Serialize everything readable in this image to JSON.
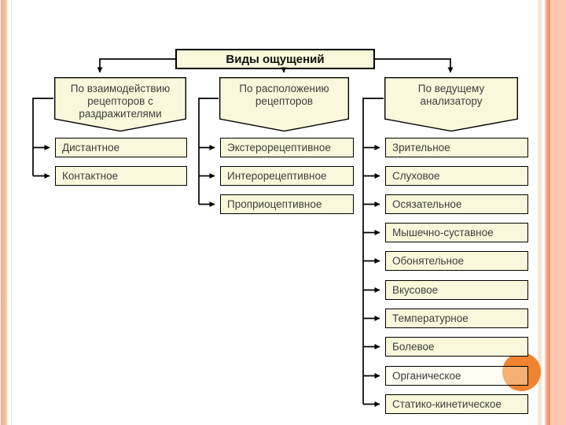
{
  "slide": {
    "title": "Виды ощущений"
  },
  "categories": [
    {
      "label": "По взаимодействию рецепторов с раздражителями"
    },
    {
      "label": "По расположению рецепторов"
    },
    {
      "label": "По ведущему анализатору"
    }
  ],
  "columns": {
    "interaction": {
      "items": [
        "Дистантное",
        "Контактное"
      ]
    },
    "location": {
      "items": [
        "Экстерорецептивное",
        "Интерорецептивное",
        "Проприоцептивное"
      ]
    },
    "analyzer": {
      "items": [
        "Зрительное",
        "Слуховое",
        "Осязательное",
        "Мышечно-суставное",
        "Обонятельное",
        "Вкусовое",
        "Температурное",
        "Болевое",
        "Органическое",
        "Статико-кинетическое"
      ]
    }
  },
  "colors": {
    "box_fill": "#F9F8DA",
    "box_border": "#000000",
    "connector": "#000000",
    "accent_circle": "#EF8430",
    "stripe_salmon": "#F5B193",
    "stripe_light_salmon": "#FCC9B0",
    "text": "#3d3d3d"
  }
}
